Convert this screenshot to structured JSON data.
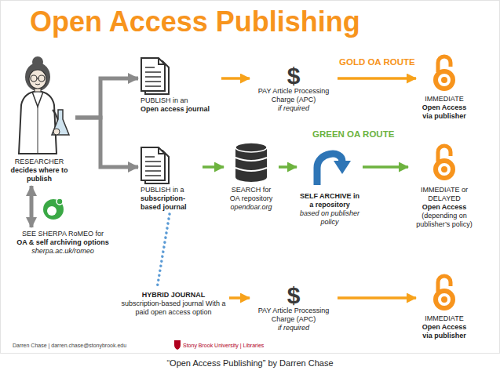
{
  "diagram": {
    "title": "Open Access Publishing",
    "caption": "“Open Access Publishing” by Darren Chase",
    "nodes": [
      {
        "text": [
          "RESEARCHER",
          "decides where to publish"
        ]
      },
      {
        "text": [
          "SEE SHERPA RoMEO for",
          "OA & self archiving options",
          "sherpa.ac.uk/romeo"
        ]
      },
      {
        "text": [
          "PUBLISH in an",
          "Open access journal"
        ]
      },
      {
        "text": [
          "$",
          "PAY Article Processing Charge (APC)",
          "if required"
        ]
      },
      {
        "text": [
          "IMMEDIATE",
          "Open Access via publisher"
        ]
      },
      {
        "text": [
          "PUBLISH in a",
          "subscription-based journal"
        ]
      },
      {
        "text": [
          "SEARCH for OA repository",
          "opendoar.org"
        ]
      },
      {
        "text": [
          "SELF ARCHIVE in a repository",
          "based on publisher policy"
        ]
      },
      {
        "text": [
          "IMMEDIATE or DELAYED",
          "Open Access",
          "(depending on publisher’s policy)"
        ]
      },
      {
        "text": [
          "HYBRID JOURNAL",
          "subscription-based journal With a paid open access option"
        ]
      },
      {
        "text": [
          "$",
          "PAY Article Processing Charge (APC)",
          "if required"
        ]
      },
      {
        "text": [
          "IMMEDIATE",
          "Open Access via publisher"
        ]
      }
    ],
    "edges": [
      {
        "from": 0,
        "to": 2,
        "arrow": "to"
      },
      {
        "from": 0,
        "to": 5,
        "arrow": "to"
      },
      {
        "from": 0,
        "to": 1,
        "arrow": "both"
      },
      {
        "from": 2,
        "to": 3,
        "arrow": "to"
      },
      {
        "from": 3,
        "to": 4,
        "arrow": "to"
      },
      {
        "from": 5,
        "to": 6,
        "arrow": "to"
      },
      {
        "from": 6,
        "to": 7,
        "arrow": "to"
      },
      {
        "from": 7,
        "to": 8,
        "arrow": "to"
      },
      {
        "from": 5,
        "to": 9,
        "arrow": "none"
      },
      {
        "from": 9,
        "to": 10,
        "arrow": "to"
      },
      {
        "from": 10,
        "to": 11,
        "arrow": "to"
      }
    ],
    "labels": [
      "GOLD OA ROUTE",
      "GREEN OA ROUTE",
      "Darren Chase | darren.chase@stonybrook.edu",
      "Stony Brook University | Libraries"
    ]
  }
}
